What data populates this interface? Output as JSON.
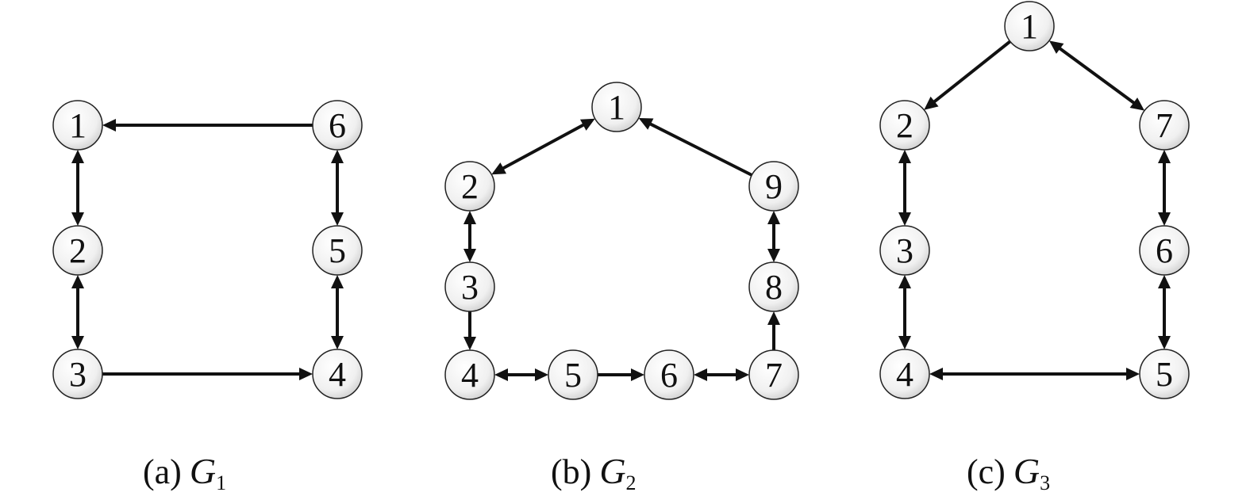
{
  "graphs": [
    {
      "caption_prefix": "(a)",
      "caption_letter": "G",
      "caption_sub": "1",
      "nodes": [
        {
          "label": "1"
        },
        {
          "label": "2"
        },
        {
          "label": "3"
        },
        {
          "label": "4"
        },
        {
          "label": "5"
        },
        {
          "label": "6"
        }
      ],
      "edges": [
        {
          "from": "6",
          "to": "1",
          "type": "directed"
        },
        {
          "from": "1",
          "to": "2",
          "type": "bidirectional"
        },
        {
          "from": "2",
          "to": "3",
          "type": "bidirectional"
        },
        {
          "from": "3",
          "to": "4",
          "type": "directed"
        },
        {
          "from": "4",
          "to": "5",
          "type": "bidirectional"
        },
        {
          "from": "5",
          "to": "6",
          "type": "bidirectional"
        }
      ]
    },
    {
      "caption_prefix": "(b)",
      "caption_letter": "G",
      "caption_sub": "2",
      "nodes": [
        {
          "label": "1"
        },
        {
          "label": "2"
        },
        {
          "label": "3"
        },
        {
          "label": "4"
        },
        {
          "label": "5"
        },
        {
          "label": "6"
        },
        {
          "label": "7"
        },
        {
          "label": "8"
        },
        {
          "label": "9"
        }
      ],
      "edges": [
        {
          "from": "1",
          "to": "2",
          "type": "bidirectional"
        },
        {
          "from": "9",
          "to": "1",
          "type": "directed"
        },
        {
          "from": "2",
          "to": "3",
          "type": "bidirectional"
        },
        {
          "from": "3",
          "to": "4",
          "type": "directed"
        },
        {
          "from": "4",
          "to": "5",
          "type": "bidirectional"
        },
        {
          "from": "5",
          "to": "6",
          "type": "directed"
        },
        {
          "from": "6",
          "to": "7",
          "type": "bidirectional"
        },
        {
          "from": "7",
          "to": "8",
          "type": "directed"
        },
        {
          "from": "8",
          "to": "9",
          "type": "bidirectional"
        }
      ]
    },
    {
      "caption_prefix": "(c)",
      "caption_letter": "G",
      "caption_sub": "3",
      "nodes": [
        {
          "label": "1"
        },
        {
          "label": "2"
        },
        {
          "label": "3"
        },
        {
          "label": "4"
        },
        {
          "label": "5"
        },
        {
          "label": "6"
        },
        {
          "label": "7"
        }
      ],
      "edges": [
        {
          "from": "1",
          "to": "2",
          "type": "directed"
        },
        {
          "from": "1",
          "to": "7",
          "type": "bidirectional"
        },
        {
          "from": "2",
          "to": "3",
          "type": "bidirectional"
        },
        {
          "from": "3",
          "to": "4",
          "type": "bidirectional"
        },
        {
          "from": "4",
          "to": "5",
          "type": "bidirectional"
        },
        {
          "from": "5",
          "to": "6",
          "type": "bidirectional"
        },
        {
          "from": "6",
          "to": "7",
          "type": "bidirectional"
        }
      ]
    }
  ]
}
